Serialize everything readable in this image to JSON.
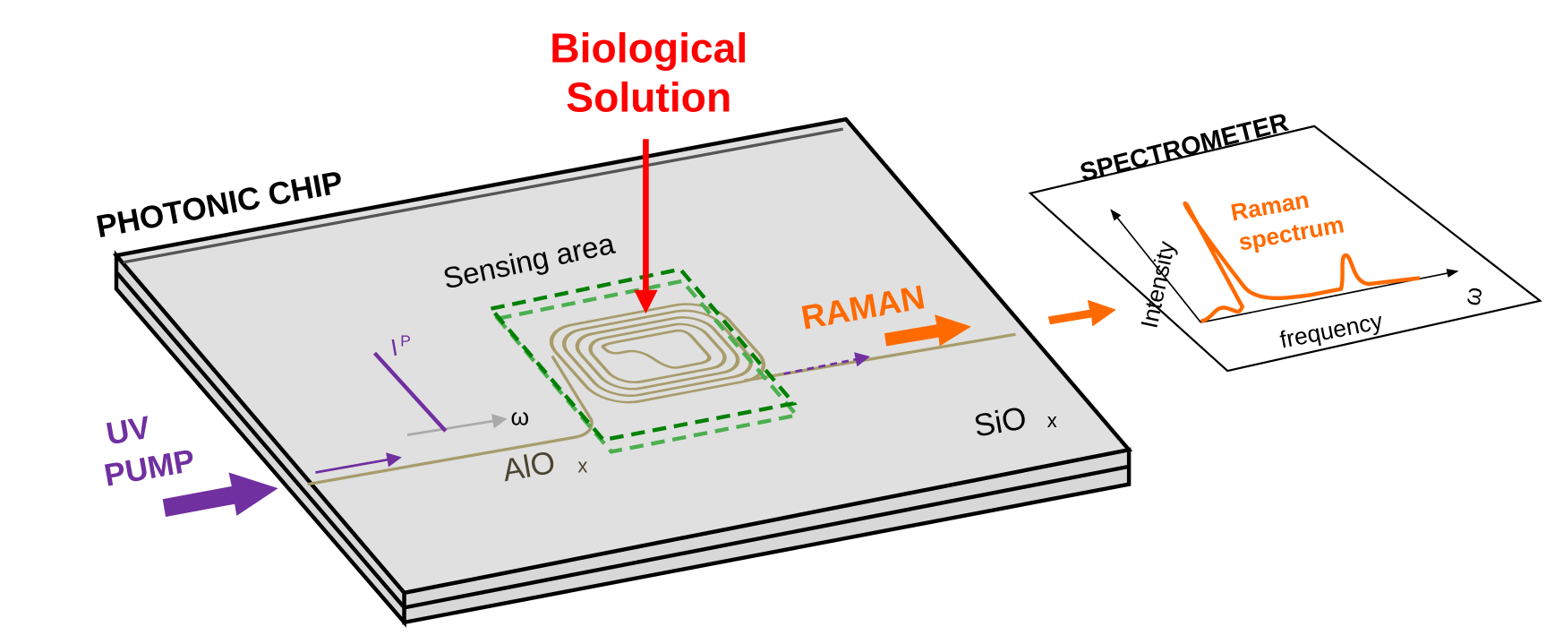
{
  "chip": {
    "label": "PHOTONIC CHIP",
    "core_material": "AlO",
    "core_sub": "x",
    "cladding_material": "SiO",
    "cladding_sub": "x"
  },
  "analyte": {
    "line1": "Biological",
    "line2": "Solution"
  },
  "sensing": {
    "label": "Sensing area"
  },
  "pump": {
    "line1": "UV",
    "line2": "PUMP",
    "intensity_symbol": "I",
    "intensity_sup": "P",
    "axis_symbol": "ω"
  },
  "raman": {
    "label": "RAMAN"
  },
  "spectrometer": {
    "title": "SPECTROMETER",
    "y_label": "Intensity",
    "x_label": "frequency",
    "x_symbol": "ω",
    "curve_line1": "Raman",
    "curve_line2": "spectrum"
  },
  "colors": {
    "red": "#ff0000",
    "purple": "#7030a0",
    "orange": "#ff6a00",
    "green": "#008000",
    "waveguide": "#a89c6c",
    "chip": "#e0e0e0"
  }
}
